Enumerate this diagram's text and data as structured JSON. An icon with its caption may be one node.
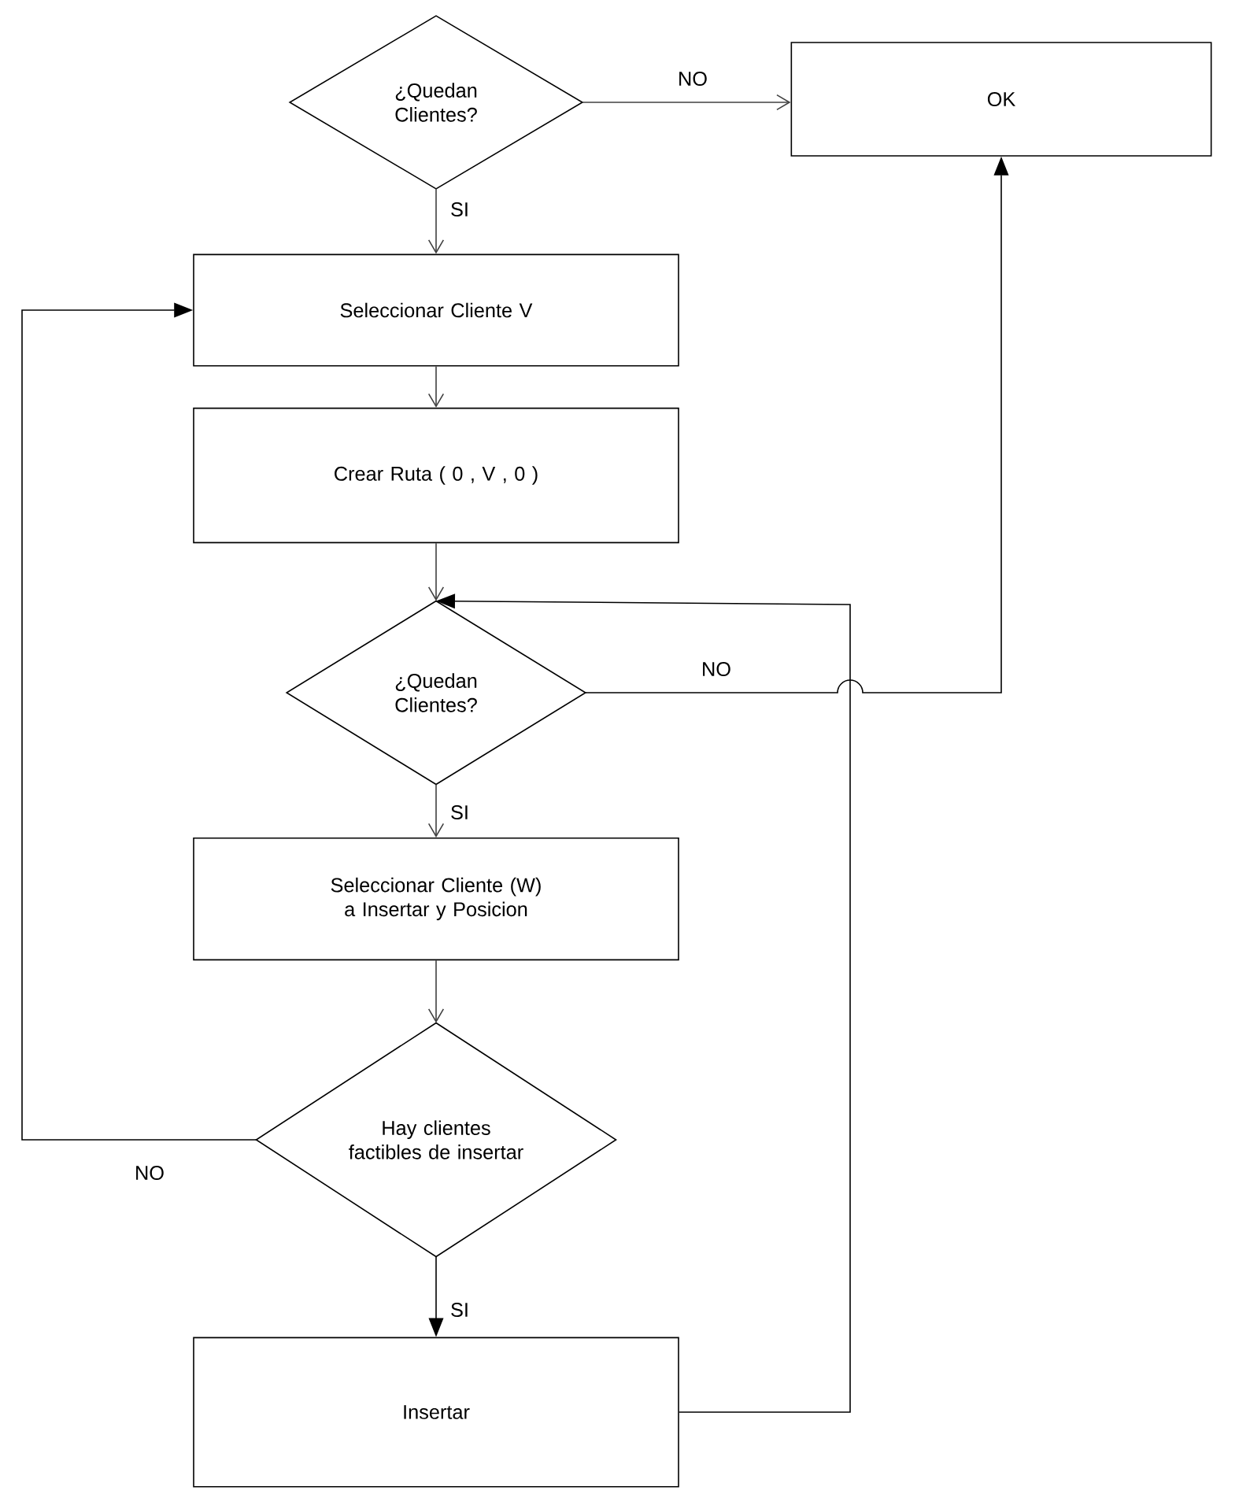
{
  "diagram": {
    "nodes": [
      {
        "text": [
          "¿Quedan Clientes?"
        ]
      },
      {
        "text": [
          "OK"
        ]
      },
      {
        "text": [
          "Seleccionar Cliente V"
        ]
      },
      {
        "text": [
          "Crear Ruta ( 0 , V , 0 )"
        ]
      },
      {
        "text": [
          "¿Quedan Clientes?"
        ]
      },
      {
        "text": [
          "Seleccionar Cliente (W)  a Insertar y Posicion"
        ]
      },
      {
        "text": [
          "Hay clientes factibles de insertar"
        ]
      },
      {
        "text": [
          "Insertar"
        ]
      }
    ],
    "edges": [
      {
        "from": 0,
        "to": 1,
        "arrow": "to",
        "label": "NO"
      },
      {
        "from": 0,
        "to": 2,
        "arrow": "to",
        "label": "SI"
      },
      {
        "from": 2,
        "to": 3,
        "arrow": "to"
      },
      {
        "from": 3,
        "to": 4,
        "arrow": "to"
      },
      {
        "from": 4,
        "to": 1,
        "arrow": "to",
        "label": "NO"
      },
      {
        "from": 4,
        "to": 5,
        "arrow": "to",
        "label": "SI"
      },
      {
        "from": 5,
        "to": 6,
        "arrow": "to"
      },
      {
        "from": 6,
        "to": 2,
        "arrow": "to",
        "label": "NO"
      },
      {
        "from": 6,
        "to": 7,
        "arrow": "to",
        "label": "SI"
      },
      {
        "from": 7,
        "to": 4,
        "arrow": "to"
      }
    ]
  }
}
